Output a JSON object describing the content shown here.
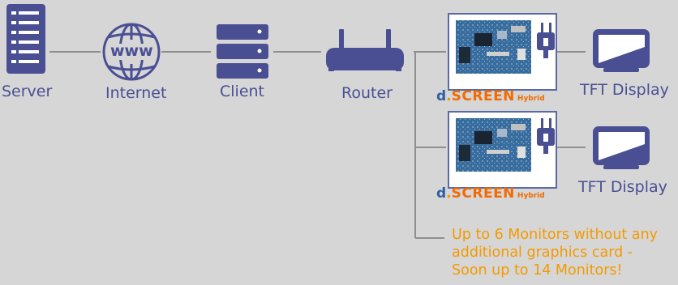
{
  "nodes": {
    "server": "Server",
    "internet": "Internet",
    "internet_icon_text": "www",
    "client": "Client",
    "router": "Router",
    "display1": "TFT Display",
    "display2": "TFT Display"
  },
  "brand": {
    "d": "d",
    "dot": ".",
    "screen": "SCREEN",
    "hybrid": "Hybrid"
  },
  "note": {
    "line1": "Up to 6 Monitors without any",
    "line2": "additional graphics card -",
    "line3": "Soon up to 14 Monitors!"
  },
  "colors": {
    "icon": "#4a4f94",
    "line": "#8f8f8f",
    "accent": "#f39a00",
    "background": "#d6d6d6"
  }
}
